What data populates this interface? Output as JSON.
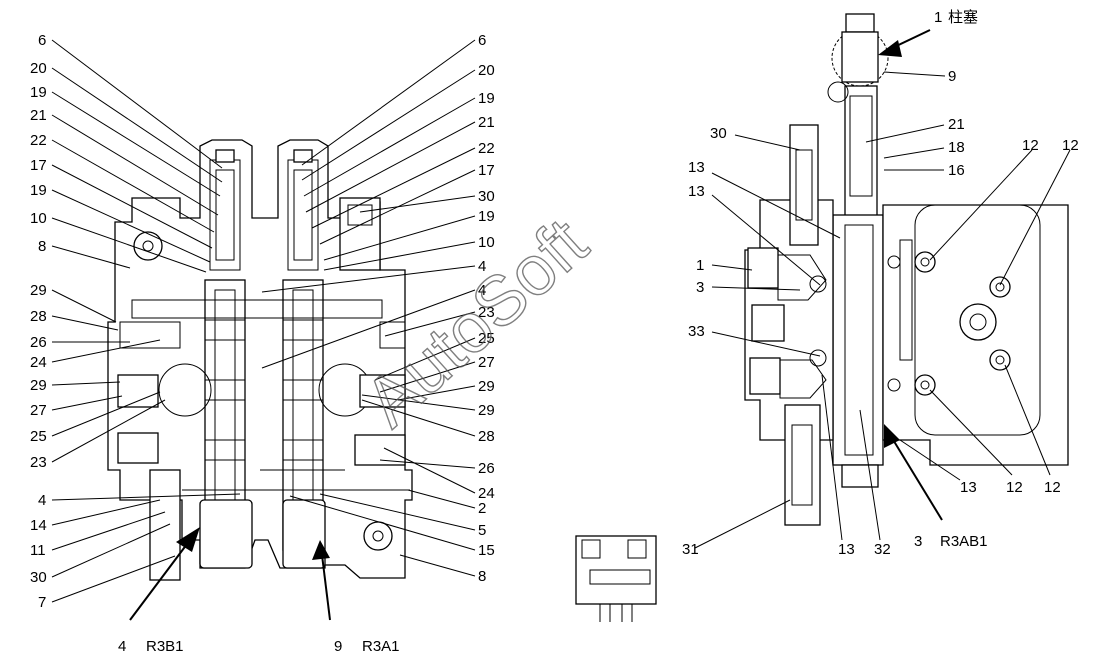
{
  "watermark": "AutoSoft",
  "left_labels": [
    "6",
    "20",
    "19",
    "21",
    "22",
    "17",
    "19",
    "10",
    "8",
    "29",
    "28",
    "26",
    "24",
    "29",
    "27",
    "25",
    "23",
    "4",
    "14",
    "11",
    "30",
    "7"
  ],
  "right_labels_left_view": [
    "6",
    "20",
    "19",
    "21",
    "22",
    "17",
    "30",
    "19",
    "10",
    "4",
    "4",
    "23",
    "25",
    "27",
    "29",
    "29",
    "28",
    "26",
    "24",
    "2",
    "5",
    "15",
    "8"
  ],
  "right_view_labels": {
    "plunger_num": "1",
    "plunger_text": "柱塞",
    "l9": "9",
    "l30": "30",
    "l21": "21",
    "l18": "18",
    "l16": "16",
    "l13a": "13",
    "l13b": "13",
    "l12a": "12",
    "l12b": "12",
    "l1": "1",
    "l3": "3",
    "l33": "33",
    "l13c": "13",
    "l12c": "12",
    "l12d": "12",
    "l31": "31",
    "l13d": "13",
    "l32": "32",
    "l3b": "3",
    "port_ab1": "R3AB1"
  },
  "bottom_labels": {
    "b1_num": "4",
    "b1_port": "R3B1",
    "a1_num": "9",
    "a1_port": "R3A1"
  }
}
